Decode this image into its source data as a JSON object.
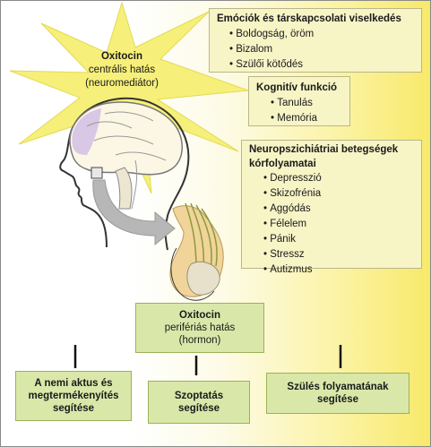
{
  "central": {
    "title": "Oxitocin",
    "line1": "centrális hatás",
    "line2": "(neuromediátor)"
  },
  "emotion_box": {
    "title": "Emóciók és társkapcsolati viselkedés",
    "items": [
      "Boldogság, öröm",
      "Bizalom",
      "Szülői kötődés"
    ]
  },
  "cognitive_box": {
    "title": "Kognitív funkció",
    "items": [
      "Tanulás",
      "Memória"
    ]
  },
  "neuro_box": {
    "title_line1": "Neuropszichiátriai betegségek",
    "title_line2": "kórfolyamatai",
    "items": [
      "Depresszió",
      "Skizofrénia",
      "Aggódás",
      "Félelem",
      "Pánik",
      "Stressz",
      "Autizmus"
    ]
  },
  "peripheral": {
    "title": "Oxitocin",
    "line1": "perifériás hatás",
    "line2": "(hormon)"
  },
  "effects": {
    "sex_line1": "A nemi aktus és",
    "sex_line2": "megtermékenyítés",
    "sex_line3": "segítése",
    "breastfeed_line1": "Szoptatás",
    "breastfeed_line2": "segítése",
    "birth_line1": "Szülés folyamatának",
    "birth_line2": "segítése"
  },
  "colors": {
    "star": "#f6f07a",
    "box_yellow": "#f7f4c6",
    "box_green": "#d9e8a9",
    "arrow": "#b7b7b7"
  }
}
